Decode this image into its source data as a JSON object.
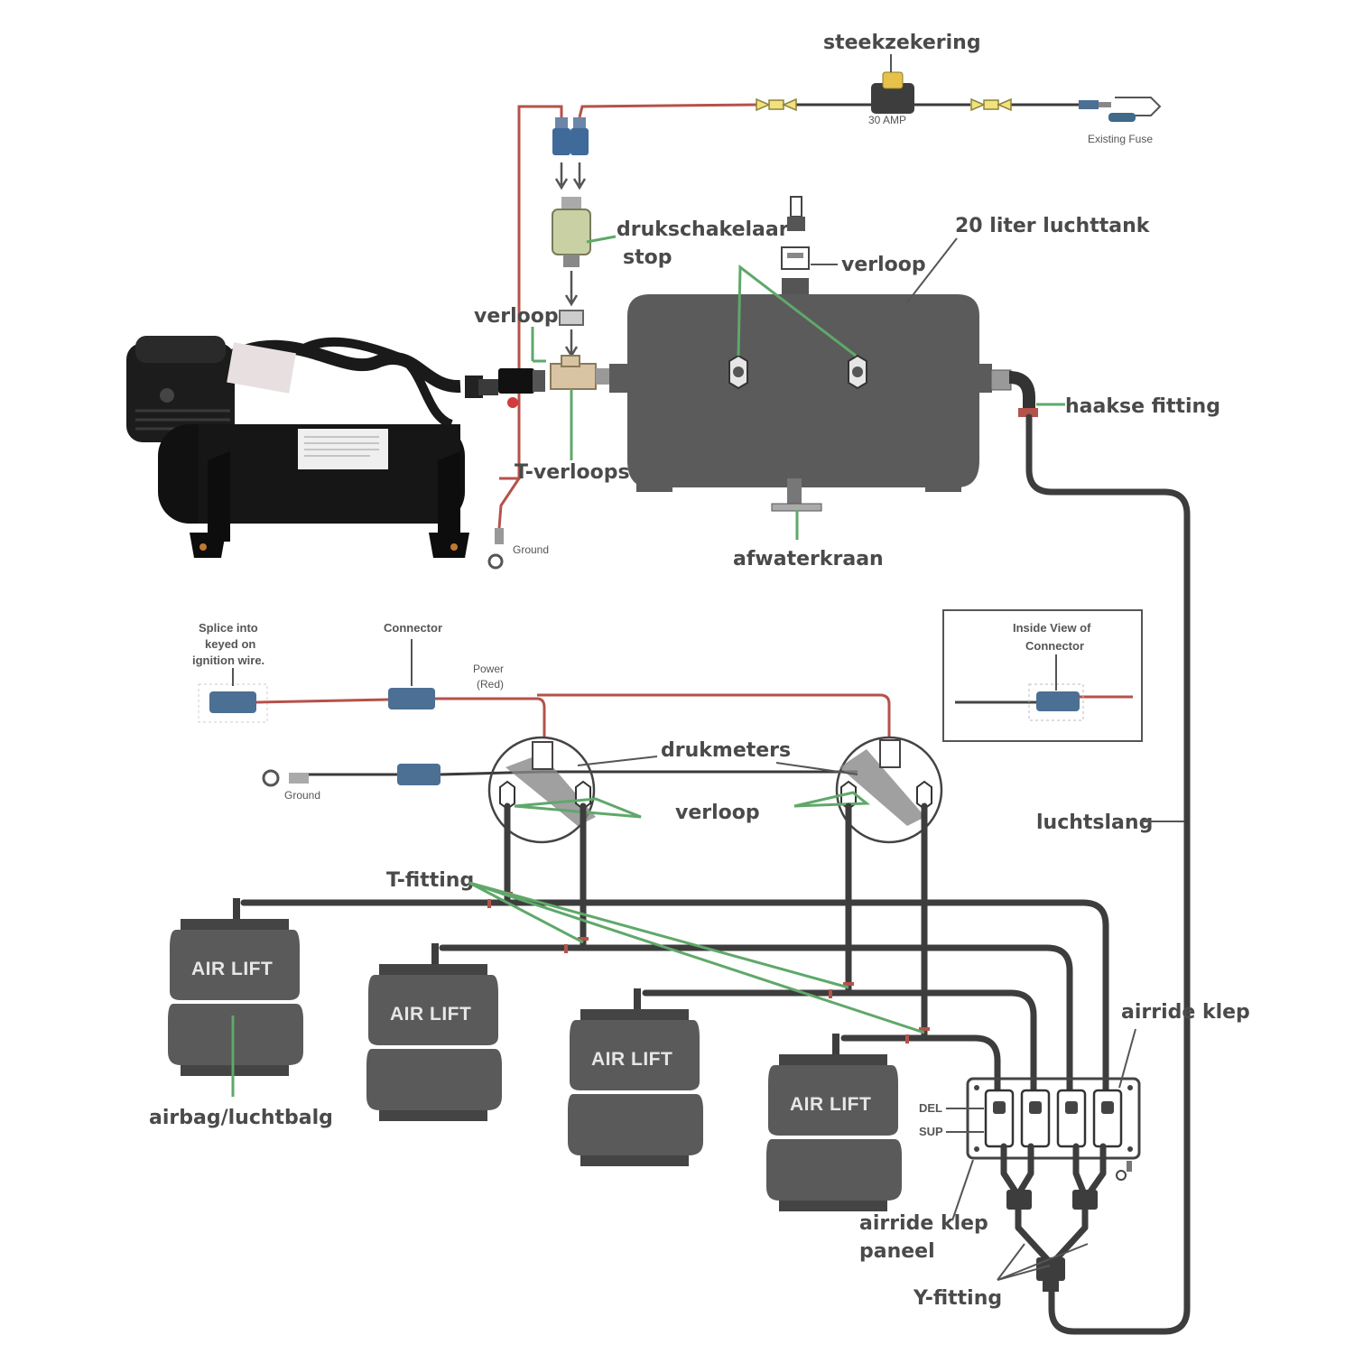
{
  "labels": {
    "fuse": "steekzekering",
    "fuse_amp": "30 AMP",
    "existing_fuse": "Existing Fuse",
    "pressure_switch_1": "drukschakelaar",
    "pressure_switch_2": "stop",
    "tank": "20 liter luchttank",
    "reducer_top": "verloop",
    "reducer_left": "verloop",
    "elbow": "haakse fitting",
    "t_piece": "T-verloopstuk",
    "ground_top": "Ground",
    "drain": "afwaterkraan",
    "splice_1": "Splice into",
    "splice_2": "keyed on",
    "splice_3": "ignition wire.",
    "connector": "Connector",
    "power_1": "Power",
    "power_2": "(Red)",
    "inside_view_1": "Inside View of",
    "inside_view_2": "Connector",
    "gauges": "drukmeters",
    "reducer_gauges": "verloop",
    "ground_bottom": "Ground",
    "air_hose": "luchtslang",
    "t_fitting": "T-fitting",
    "valve": "airride klep",
    "airbag": "airbag/luchtbalg",
    "del": "DEL",
    "sup": "SUP",
    "panel_1": "airride klep",
    "panel_2": "paneel",
    "y_fitting": "Y-fitting"
  },
  "airbag_brand": "AIR LIFT",
  "colors": {
    "pipe": "#3d3d3d",
    "tank": "#5b5b5b",
    "wire_red": "#b5524a",
    "leader": "#5fa86a",
    "connector": "#4c6f94",
    "fuse_holder": "#f1e27a"
  }
}
